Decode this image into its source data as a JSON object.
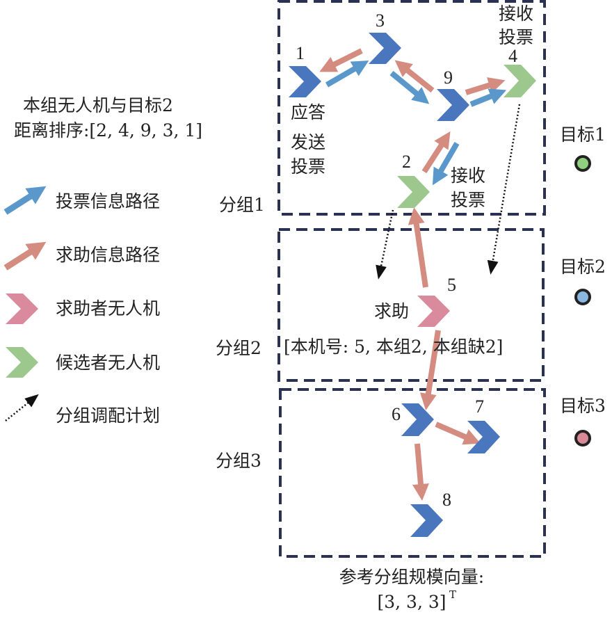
{
  "colors": {
    "vote_path": "#5a98cc",
    "help_path": "#d48c80",
    "drone_blue": "#4a76bd",
    "drone_help": "#d98a9c",
    "drone_candidate": "#9cc88e",
    "group_border": "#2a3152",
    "target1": "#8fcf7d",
    "target2": "#8ab8e0",
    "target3": "#d98a96"
  },
  "info": {
    "line1": "本组无人机与目标2",
    "line2": "距离排序:[2, 4, 9, 3, 1]"
  },
  "legend": [
    {
      "icon": "blue-arrow-icon",
      "label": "投票信息路径"
    },
    {
      "icon": "red-arrow-icon",
      "label": "求助信息路径"
    },
    {
      "icon": "pink-chevron-icon",
      "label": "求助者无人机"
    },
    {
      "icon": "green-chevron-icon",
      "label": "候选者无人机"
    },
    {
      "icon": "dotted-arrow-icon",
      "label": "分组调配计划"
    }
  ],
  "groups": [
    "分组1",
    "分组2",
    "分组3"
  ],
  "targets": [
    "目标1",
    "目标2",
    "目标3"
  ],
  "drones": {
    "n1": "1",
    "n2": "2",
    "n3": "3",
    "n4": "4",
    "n5": "5",
    "n6": "6",
    "n7": "7",
    "n8": "8",
    "n9": "9"
  },
  "annotations": {
    "receive_vote_top_1": "接收",
    "receive_vote_top_2": "投票",
    "respond": "应答",
    "send_vote_1": "发送",
    "send_vote_2": "投票",
    "receive_vote_mid_1": "接收",
    "receive_vote_mid_2": "投票",
    "help": "求助",
    "help_info": "[本机号: 5, 本组2, 本组缺2]"
  },
  "footer": {
    "title": "参考分组规模向量:",
    "vector": "[3, 3, 3]",
    "superscript": "T"
  }
}
